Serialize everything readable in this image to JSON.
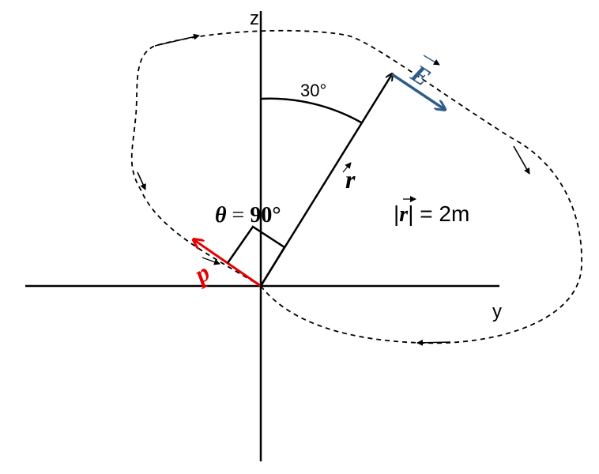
{
  "axes": {
    "z_label": "z",
    "y_label": "y"
  },
  "angle_label": "30°",
  "theta": {
    "symbol": "θ",
    "equals": " = ",
    "value": "90°"
  },
  "r_magnitude": {
    "bar_left": "|",
    "symbol": "r",
    "bar_right": "|",
    "equals": " = ",
    "value": "2m"
  },
  "vectors": {
    "r": {
      "symbol": "r",
      "color": "#000000"
    },
    "E": {
      "symbol": "E",
      "color": "#2e5c8a"
    },
    "p": {
      "symbol": "p",
      "color": "#e60000"
    }
  },
  "colors": {
    "axis": "#000000",
    "path": "#000000"
  }
}
